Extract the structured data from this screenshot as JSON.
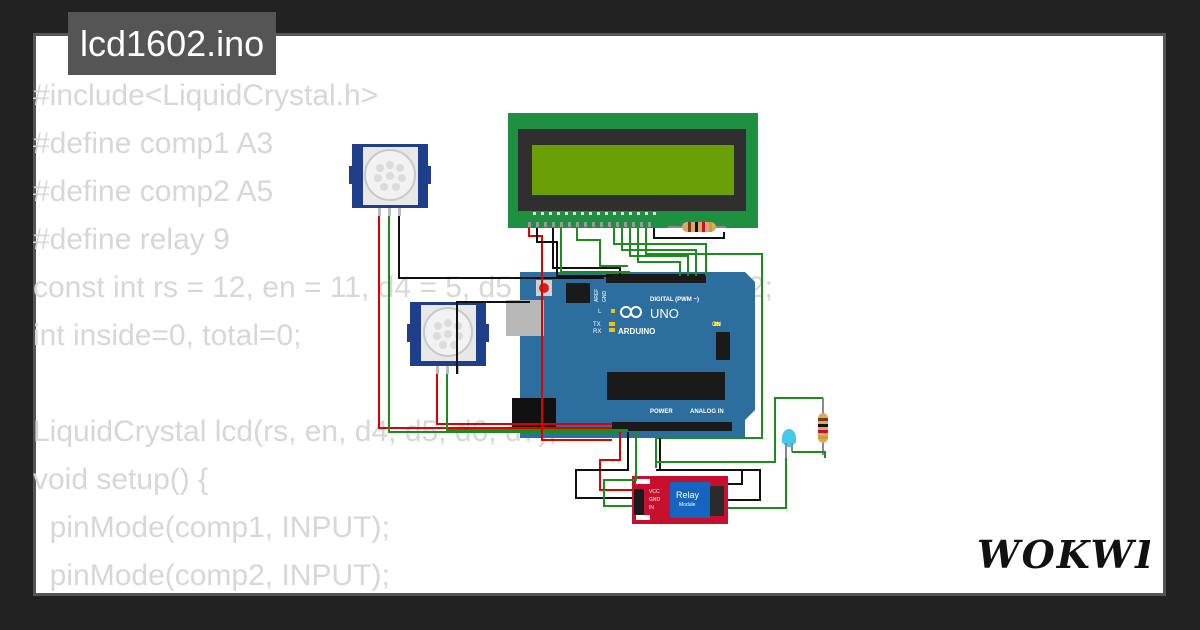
{
  "title": "lcd1602.ino",
  "code_lines": [
    "#include<LiquidCrystal.h>",
    "#define comp1 A3",
    "#define comp2 A5",
    "#define relay 9",
    "const int rs = 12, en = 11, d4 = 5, d5 = 4, d6 = 3, d7 = 2;",
    "int inside=0, total=0;",
    "",
    "LiquidCrystal lcd(rs, en, d4, d5, d6, d7);",
    "void setup() {",
    "  pinMode(comp1, INPUT);",
    "  pinMode(comp2, INPUT);"
  ],
  "logo_text": "WOKWI",
  "arduino": {
    "brand": "ARDUINO",
    "model": "UNO",
    "digital_label": "DIGITAL (PWM ~)",
    "power_label": "POWER",
    "analog_label": "ANALOG IN",
    "on_label": "ON",
    "l_label": "L",
    "tx_label": "TX",
    "rx_label": "RX",
    "aref_label": "AREF",
    "gnd_label": "GND"
  },
  "relay": {
    "label": "Relay",
    "sublabel": "Module",
    "vcc": "VCC",
    "gnd": "GND",
    "in": "IN"
  },
  "colors": {
    "background": "#222222",
    "card": "#ffffff",
    "tab": "#555555",
    "code_text": "#d7d7d7",
    "arduino_board": "#2c6e9e",
    "lcd_board": "#1f8f42",
    "lcd_screen": "#6a9f05",
    "pir_board": "#1f3f8a",
    "relay_board": "#c8102e",
    "relay_block": "#1565c0",
    "wire_red": "#e00000",
    "wire_green": "#1c8c1c",
    "wire_black": "#111111",
    "led": "#46c8e8"
  }
}
